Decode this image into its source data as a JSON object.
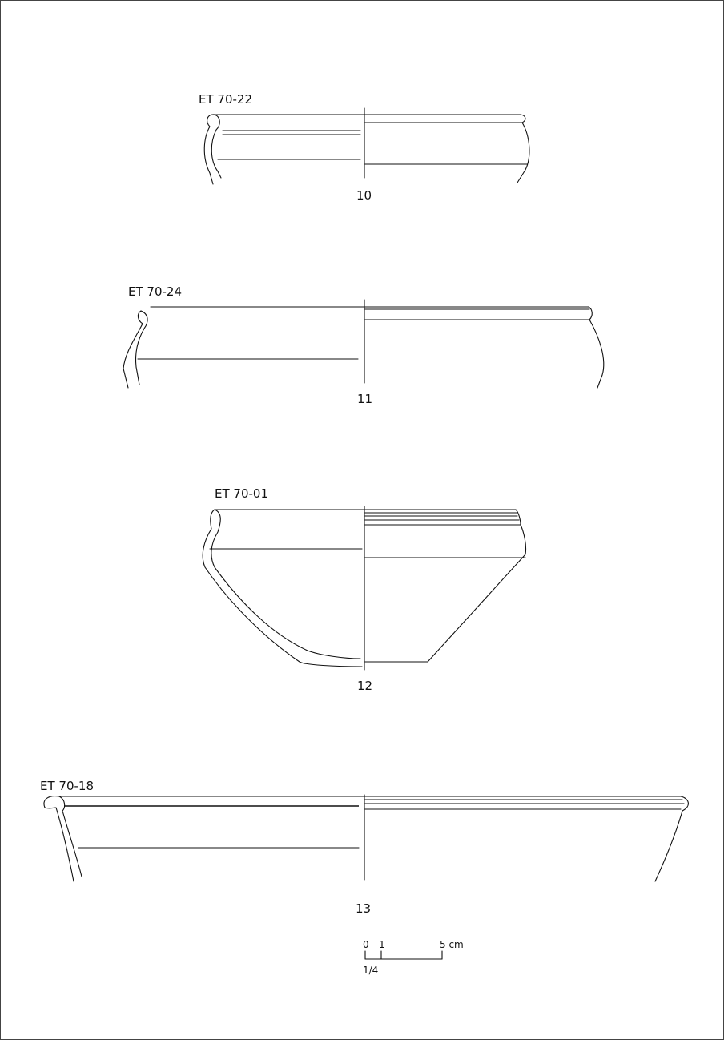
{
  "figures": [
    {
      "code": "ET 70-22",
      "number": "10"
    },
    {
      "code": "ET 70-24",
      "number": "11"
    },
    {
      "code": "ET 70-01",
      "number": "12"
    },
    {
      "code": "ET 70-18",
      "number": "13"
    }
  ],
  "scale": {
    "tick_0": "0",
    "tick_1": "1",
    "tick_5": "5 cm",
    "ratio": "1/4"
  }
}
